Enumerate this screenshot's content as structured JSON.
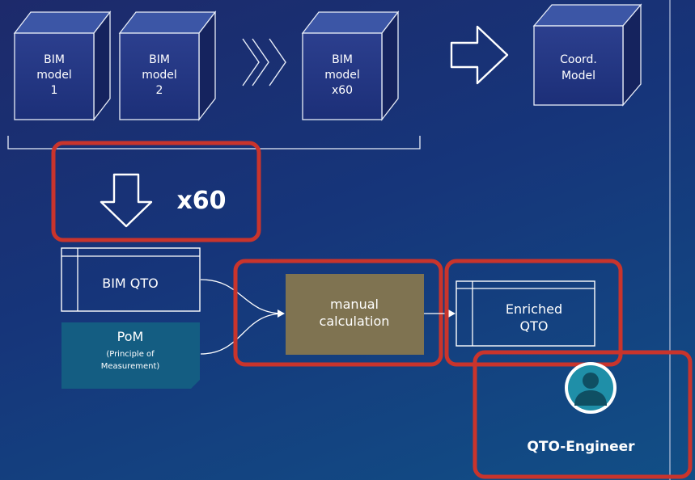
{
  "bim_models": [
    {
      "line1": "BIM",
      "line2": "model",
      "line3": "1"
    },
    {
      "line1": "BIM",
      "line2": "model",
      "line3": "2"
    },
    {
      "line1": "BIM",
      "line2": "model",
      "line3": "x60"
    }
  ],
  "coord_model": {
    "line1": "Coord.",
    "line2": "Model"
  },
  "multiplier": "x60",
  "bim_qto": "BIM QTO",
  "pom": {
    "title": "PoM",
    "sub1": "(Principle of",
    "sub2": "Measurement)"
  },
  "manual_calc": {
    "line1": "manual",
    "line2": "calculation"
  },
  "enriched_qto": {
    "line1": "Enriched",
    "line2": "QTO"
  },
  "role": "QTO-Engineer",
  "colors": {
    "highlight": "#c9342c",
    "calc_fill": "#7f7351",
    "pom_fill": "#145d82"
  }
}
